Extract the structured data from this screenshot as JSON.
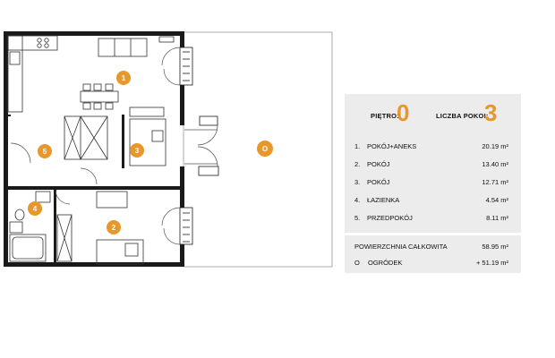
{
  "header": {
    "floor_label": "PIĘTRO:",
    "floor_value": "0",
    "rooms_label": "LICZBA POKOI:",
    "rooms_value": "3"
  },
  "rooms": [
    {
      "num": "1.",
      "name": "POKÓJ+ANEKS",
      "area": "20.19 m²"
    },
    {
      "num": "2.",
      "name": "POKÓJ",
      "area": "13.40 m²"
    },
    {
      "num": "3.",
      "name": "POKÓJ",
      "area": "12.71 m²"
    },
    {
      "num": "4.",
      "name": "ŁAZIENKA",
      "area": "4.54 m²"
    },
    {
      "num": "5.",
      "name": "PRZEDPOKÓJ",
      "area": "8.11 m²"
    }
  ],
  "totals": {
    "total_label": "POWIERZCHNIA CAŁKOWITA",
    "total_value": "58.95 m²",
    "garden_marker": "O",
    "garden_label": "OGRÓDEK",
    "garden_value": "+  51.19 m²"
  },
  "plan_badges": [
    "1",
    "2",
    "3",
    "4",
    "5",
    "O"
  ],
  "colors": {
    "accent": "#e8972b",
    "wall": "#1a1a1a",
    "panel_bg": "#ececec"
  }
}
